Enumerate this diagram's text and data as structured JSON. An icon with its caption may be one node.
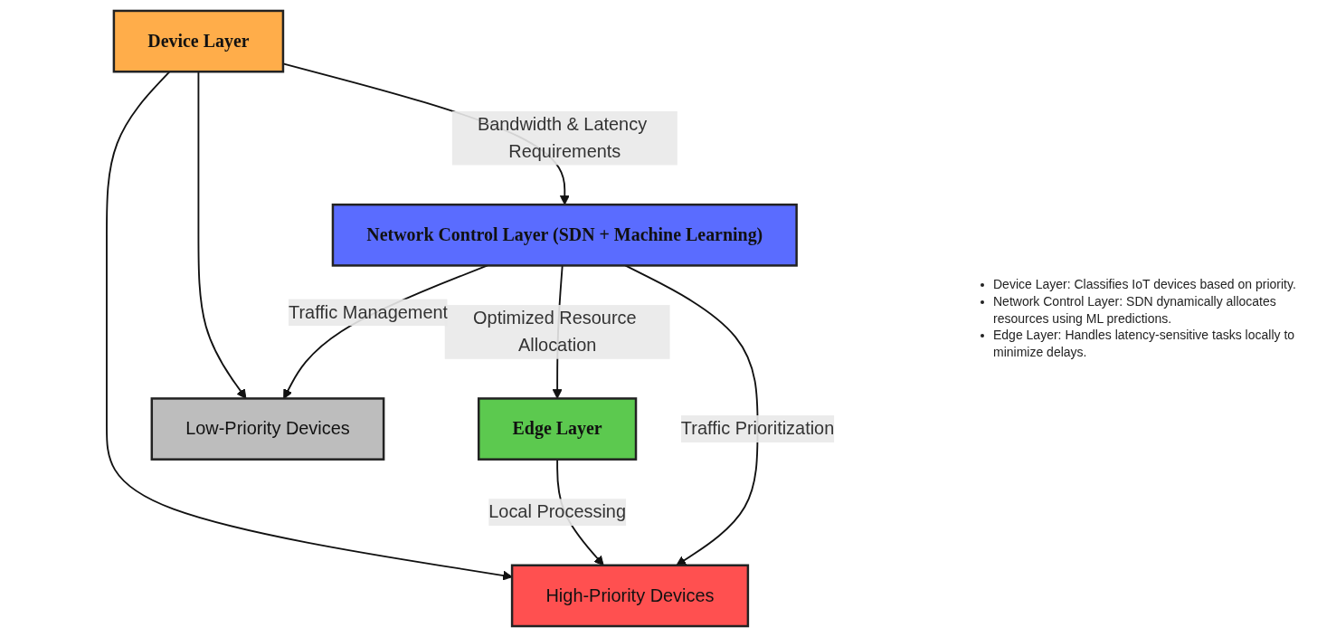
{
  "diagram": {
    "nodes": [
      {
        "text": [
          "Edge Layer"
        ]
      },
      {
        "text": [
          "Network Control Layer (SDN + Machine Learning)"
        ]
      },
      {
        "text": [
          "Device Layer"
        ]
      },
      {
        "text": [
          "High-Priority Devices"
        ]
      },
      {
        "text": [
          "Low-Priority Devices"
        ]
      }
    ],
    "edges": [
      {
        "from": 2,
        "to": 1,
        "arrow": "to",
        "label": "Bandwidth & Latency Requirements"
      },
      {
        "from": 1,
        "to": 0,
        "arrow": "to",
        "label": "Optimized Resource Allocation"
      },
      {
        "from": 1,
        "to": 3,
        "arrow": "to",
        "label": "Traffic Prioritization"
      },
      {
        "from": 1,
        "to": 4,
        "arrow": "to",
        "label": "Traffic Management"
      },
      {
        "from": 0,
        "to": 3,
        "arrow": "to",
        "label": "Local Processing"
      },
      {
        "from": 2,
        "to": 3,
        "arrow": "to"
      },
      {
        "from": 2,
        "to": 4,
        "arrow": "to"
      }
    ],
    "labels": [
      "Device Layer: Classifies IoT devices based on priority.",
      "Network Control Layer: SDN dynamically allocates resources using ML predictions.",
      "Edge Layer: Handles latency-sensitive tasks locally to minimize delays."
    ]
  }
}
